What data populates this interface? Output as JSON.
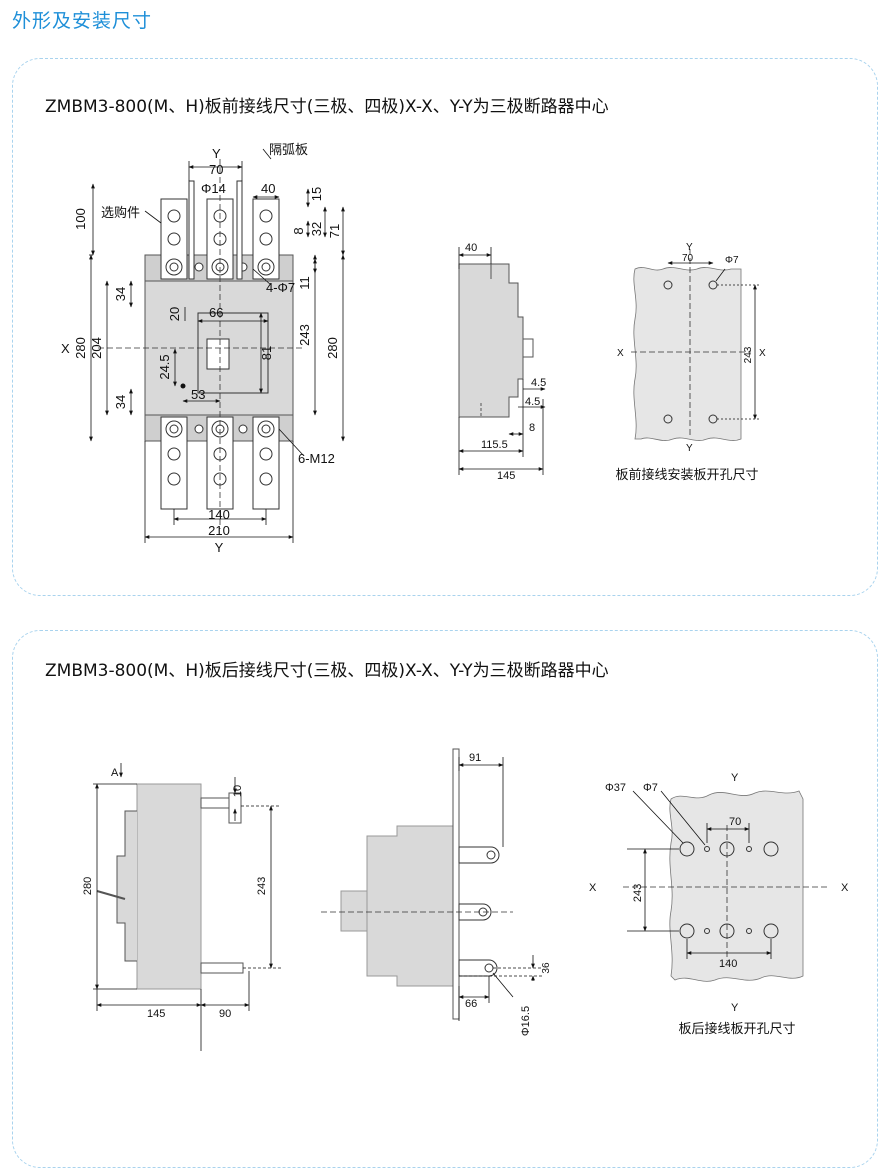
{
  "page_title": "外形及安装尺寸",
  "section1": {
    "heading": "ZMBM3-800(M、H)板前接线尺寸(三极、四极)X-X、Y-Y为三极断路器中心",
    "front_view": {
      "labels": {
        "optional_part": "选购件",
        "arc_plate": "隔弧板",
        "y_top": "Y",
        "y_bottom": "Y",
        "x_left": "X",
        "four_phi7": "4-Φ7",
        "six_m12": "6-M12",
        "phi14": "Φ14"
      },
      "dims": {
        "d70": "70",
        "d40": "40",
        "d15": "15",
        "d8": "8",
        "d32": "32",
        "d71": "71",
        "d11": "11",
        "d100": "100",
        "d280": "280",
        "d204": "204",
        "d34a": "34",
        "d34b": "34",
        "d20": "20",
        "d66": "66",
        "d24_5": "24.5",
        "d81": "81",
        "d53": "53",
        "d243": "243",
        "d280r": "280",
        "d140": "140",
        "d210": "210"
      }
    },
    "side_view": {
      "dims": {
        "d40": "40",
        "d4_5a": "4.5",
        "d4_5b": "4.5",
        "d8": "8",
        "d115_5": "115.5",
        "d145": "145"
      }
    },
    "mount_plate": {
      "labels": {
        "y_top": "Y",
        "y_bottom": "Y",
        "x_left": "X",
        "x_right": "X",
        "phi7": "Φ7",
        "d70": "70",
        "d243": "243"
      },
      "caption": "板前接线安装板开孔尺寸"
    }
  },
  "section2": {
    "heading": "ZMBM3-800(M、H)板后接线尺寸(三极、四极)X-X、Y-Y为三极断路器中心",
    "side_view": {
      "labels": {
        "a": "A"
      },
      "dims": {
        "d10": "10",
        "d280": "280",
        "d243": "243",
        "d145": "145",
        "d90": "90"
      }
    },
    "rear_view": {
      "dims": {
        "d91": "91",
        "d36": "36",
        "d66": "66",
        "phi16_5": "Φ16.5"
      }
    },
    "panel_plate": {
      "labels": {
        "y_top": "Y",
        "y_bottom": "Y",
        "x_left": "X",
        "x_right": "X",
        "phi37": "Φ37",
        "phi7": "Φ7",
        "d70": "70",
        "d243": "243",
        "d140": "140"
      },
      "caption": "板后接线板开孔尺寸"
    }
  }
}
